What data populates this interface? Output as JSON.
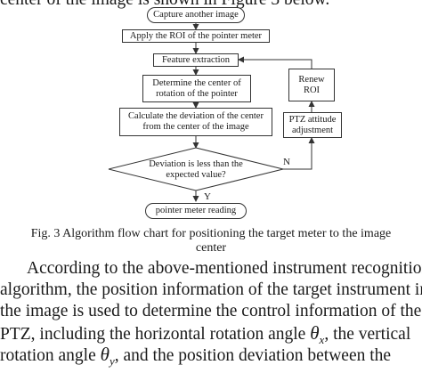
{
  "top_line": "center of the image is shown in Figure 3 below.",
  "flow": {
    "capture": "Capture another image",
    "apply_roi": "Apply the ROI of the pointer meter",
    "feature": "Feature extraction",
    "determine_1": "Determine the center of",
    "determine_2": "rotation of the pointer",
    "calc_1": "Calculate the deviation of the center",
    "calc_2": "from the center of the image",
    "decision_1": "Deviation is less than the",
    "decision_2": "expected value?",
    "reading": "pointer meter reading",
    "renew_1": "Renew",
    "renew_2": "ROI",
    "ptz_1": "PTZ attitude",
    "ptz_2": "adjustment",
    "yes_label": "Y",
    "no_label": "N"
  },
  "caption_line1": "Fig. 3 Algorithm flow chart for positioning the target meter to the image",
  "caption_line2": "center",
  "body": {
    "line1": "According to the above-mentioned instrument recognition",
    "line2": "algorithm, the position information of the target instrument in",
    "line3": "the image is used to determine the control information of the",
    "line4a": "PTZ, including the horizontal rotation angle ",
    "line4_sym": "θ",
    "line4_sub": "x",
    "line4b": ", the vertical",
    "line5a": "rotation angle ",
    "line5_sym": "θ",
    "line5_sub": "y",
    "line5b": ", and the position deviation between the"
  }
}
